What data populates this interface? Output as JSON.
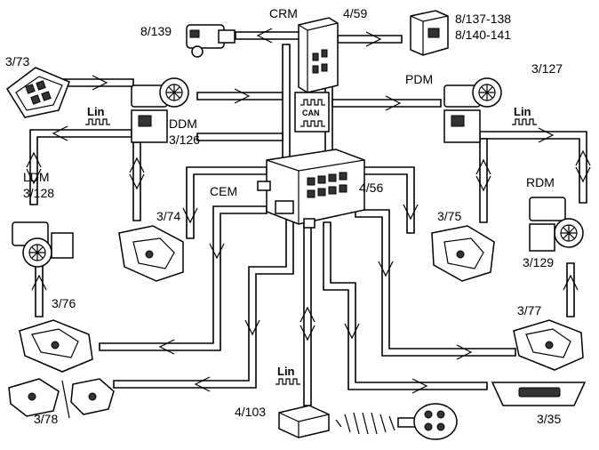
{
  "labels": {
    "crm": "CRM",
    "crm_code": "4/59",
    "left_top_part": "8/139",
    "right_top_part_1": "8/137-138",
    "right_top_part_2": "8/140-141",
    "switch_panel": "3/73",
    "pdm": "PDM",
    "pdm_code": "3/127",
    "ddm": "DDM",
    "ddm_code": "3/126",
    "ldm": "LDM",
    "ldm_code": "3/128",
    "cem": "CEM",
    "cem_code": "4/56",
    "lock_fl": "3/74",
    "lock_fr": "3/75",
    "rdm": "RDM",
    "rdm_code": "3/129",
    "lock_rl": "3/76",
    "lock_rr": "3/77",
    "lock_tail": "3/78",
    "receiver": "4/103",
    "tailgate_handle": "3/35",
    "can": "CAN"
  },
  "lin_badges": [
    {
      "id": "lin-ddm",
      "text": "Lin"
    },
    {
      "id": "lin-pdm",
      "text": "Lin"
    },
    {
      "id": "lin-receiver",
      "text": "Lin"
    }
  ]
}
